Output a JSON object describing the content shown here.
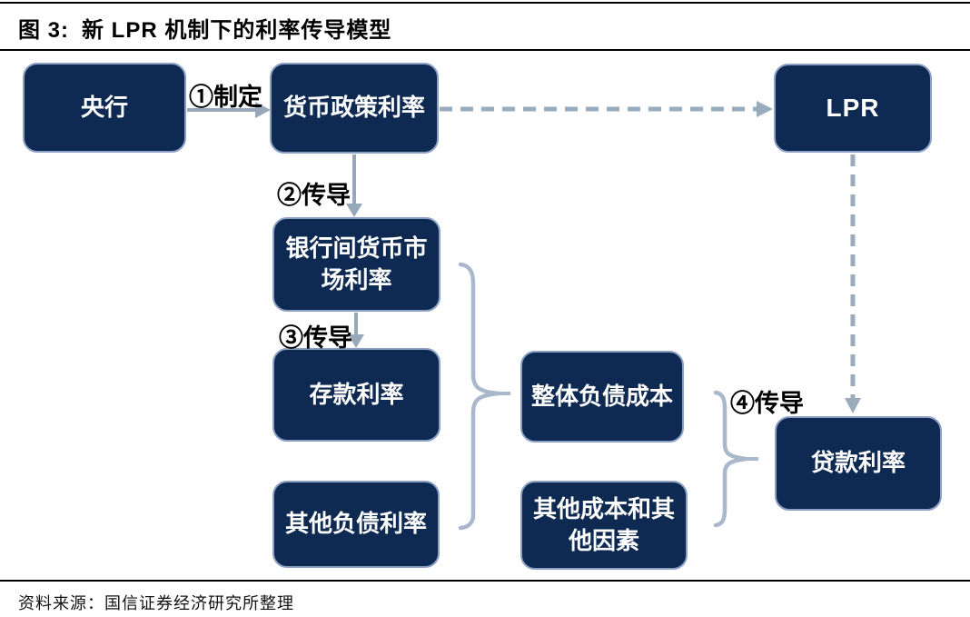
{
  "figure": {
    "label": "图 3:",
    "title": "新 LPR 机制下的利率传导模型",
    "source": "资料来源：国信证券经济研究所整理"
  },
  "nodes": {
    "central_bank": {
      "label": "央行"
    },
    "policy_rate": {
      "label": "货币政策利率"
    },
    "lpr": {
      "label": "LPR"
    },
    "interbank_rate": {
      "label": "银行间货币市场利率"
    },
    "deposit_rate": {
      "label": "存款利率"
    },
    "other_liability_rate": {
      "label": "其他负债利率"
    },
    "overall_liability_cost": {
      "label": "整体负债成本"
    },
    "other_cost_factors": {
      "label": "其他成本和其他因素"
    },
    "loan_rate": {
      "label": "贷款利率"
    }
  },
  "steps": {
    "step1": {
      "label": "①制定"
    },
    "step2": {
      "label": "②传导"
    },
    "step3": {
      "label": "③传导"
    },
    "step4": {
      "label": "④传导"
    }
  },
  "colors": {
    "node_fill": "#0e2a52",
    "node_border": "#8ba0c4",
    "node_text": "#ffffff",
    "solid_arrow": "#98a8bb",
    "dashed_arrow": "#9aabbd",
    "brace": "#a9b8ca",
    "rule": "#000000"
  }
}
